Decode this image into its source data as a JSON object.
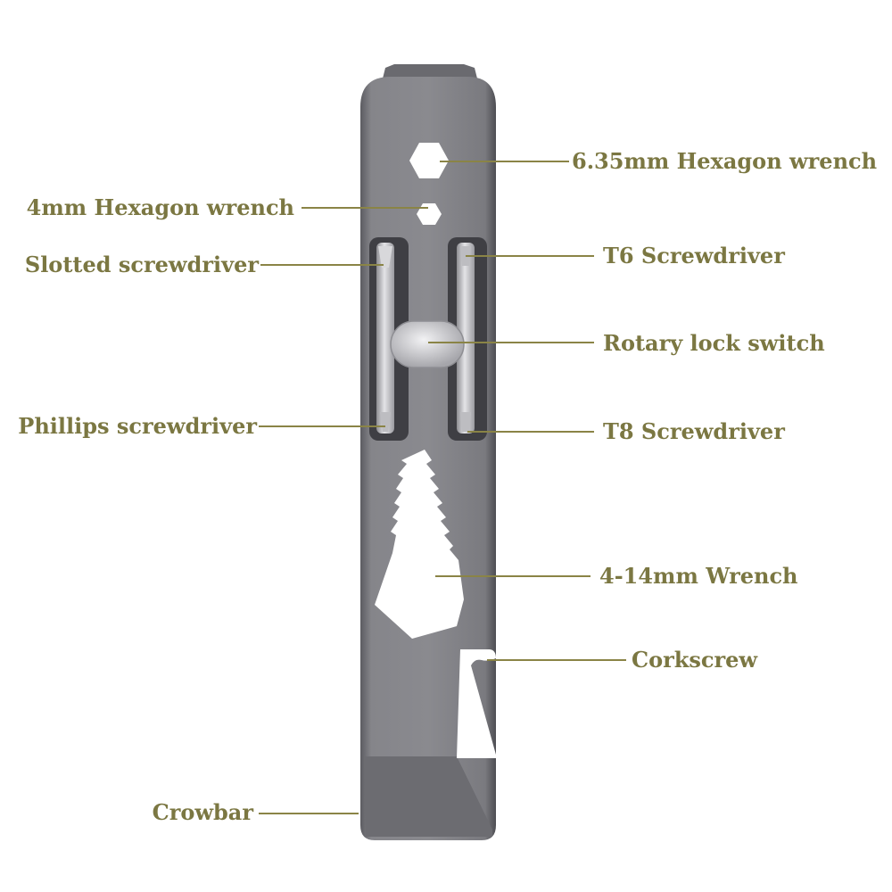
{
  "colors": {
    "label_text": "#7b7742",
    "leader_line": "#8a8446",
    "tool_body": "#7d7d82",
    "tool_dark": "#55555a",
    "cutout": "#ffffff",
    "bit_metal": "#c9c9cc"
  },
  "labels": {
    "hex_635": "6.35mm Hexagon wrench",
    "hex_4": "4mm Hexagon wrench",
    "slotted": "Slotted screwdriver",
    "t6": "T6 Screwdriver",
    "rotary": "Rotary lock switch",
    "phillips": "Phillips screwdriver",
    "t8": "T8 Screwdriver",
    "wrench": "4-14mm  Wrench",
    "corkscrew": "Corkscrew",
    "crowbar": "Crowbar"
  }
}
